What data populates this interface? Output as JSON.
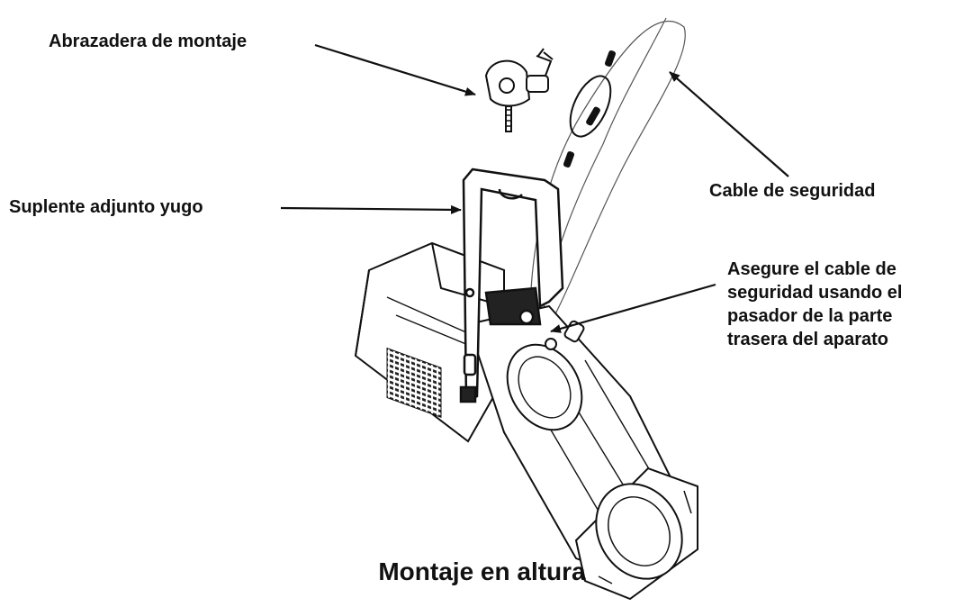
{
  "labels": {
    "clamp": "Abrazadera de montaje",
    "yoke": "Suplente adjunto yugo",
    "cable": "Cable de seguridad",
    "secure_lines": [
      "Asegure el cable de",
      "seguridad usando el",
      "pasador de la parte",
      "trasera del aparato"
    ]
  },
  "caption": "Montaje en altura",
  "colors": {
    "ink": "#111111",
    "background": "#ffffff",
    "vent": "#222222"
  }
}
